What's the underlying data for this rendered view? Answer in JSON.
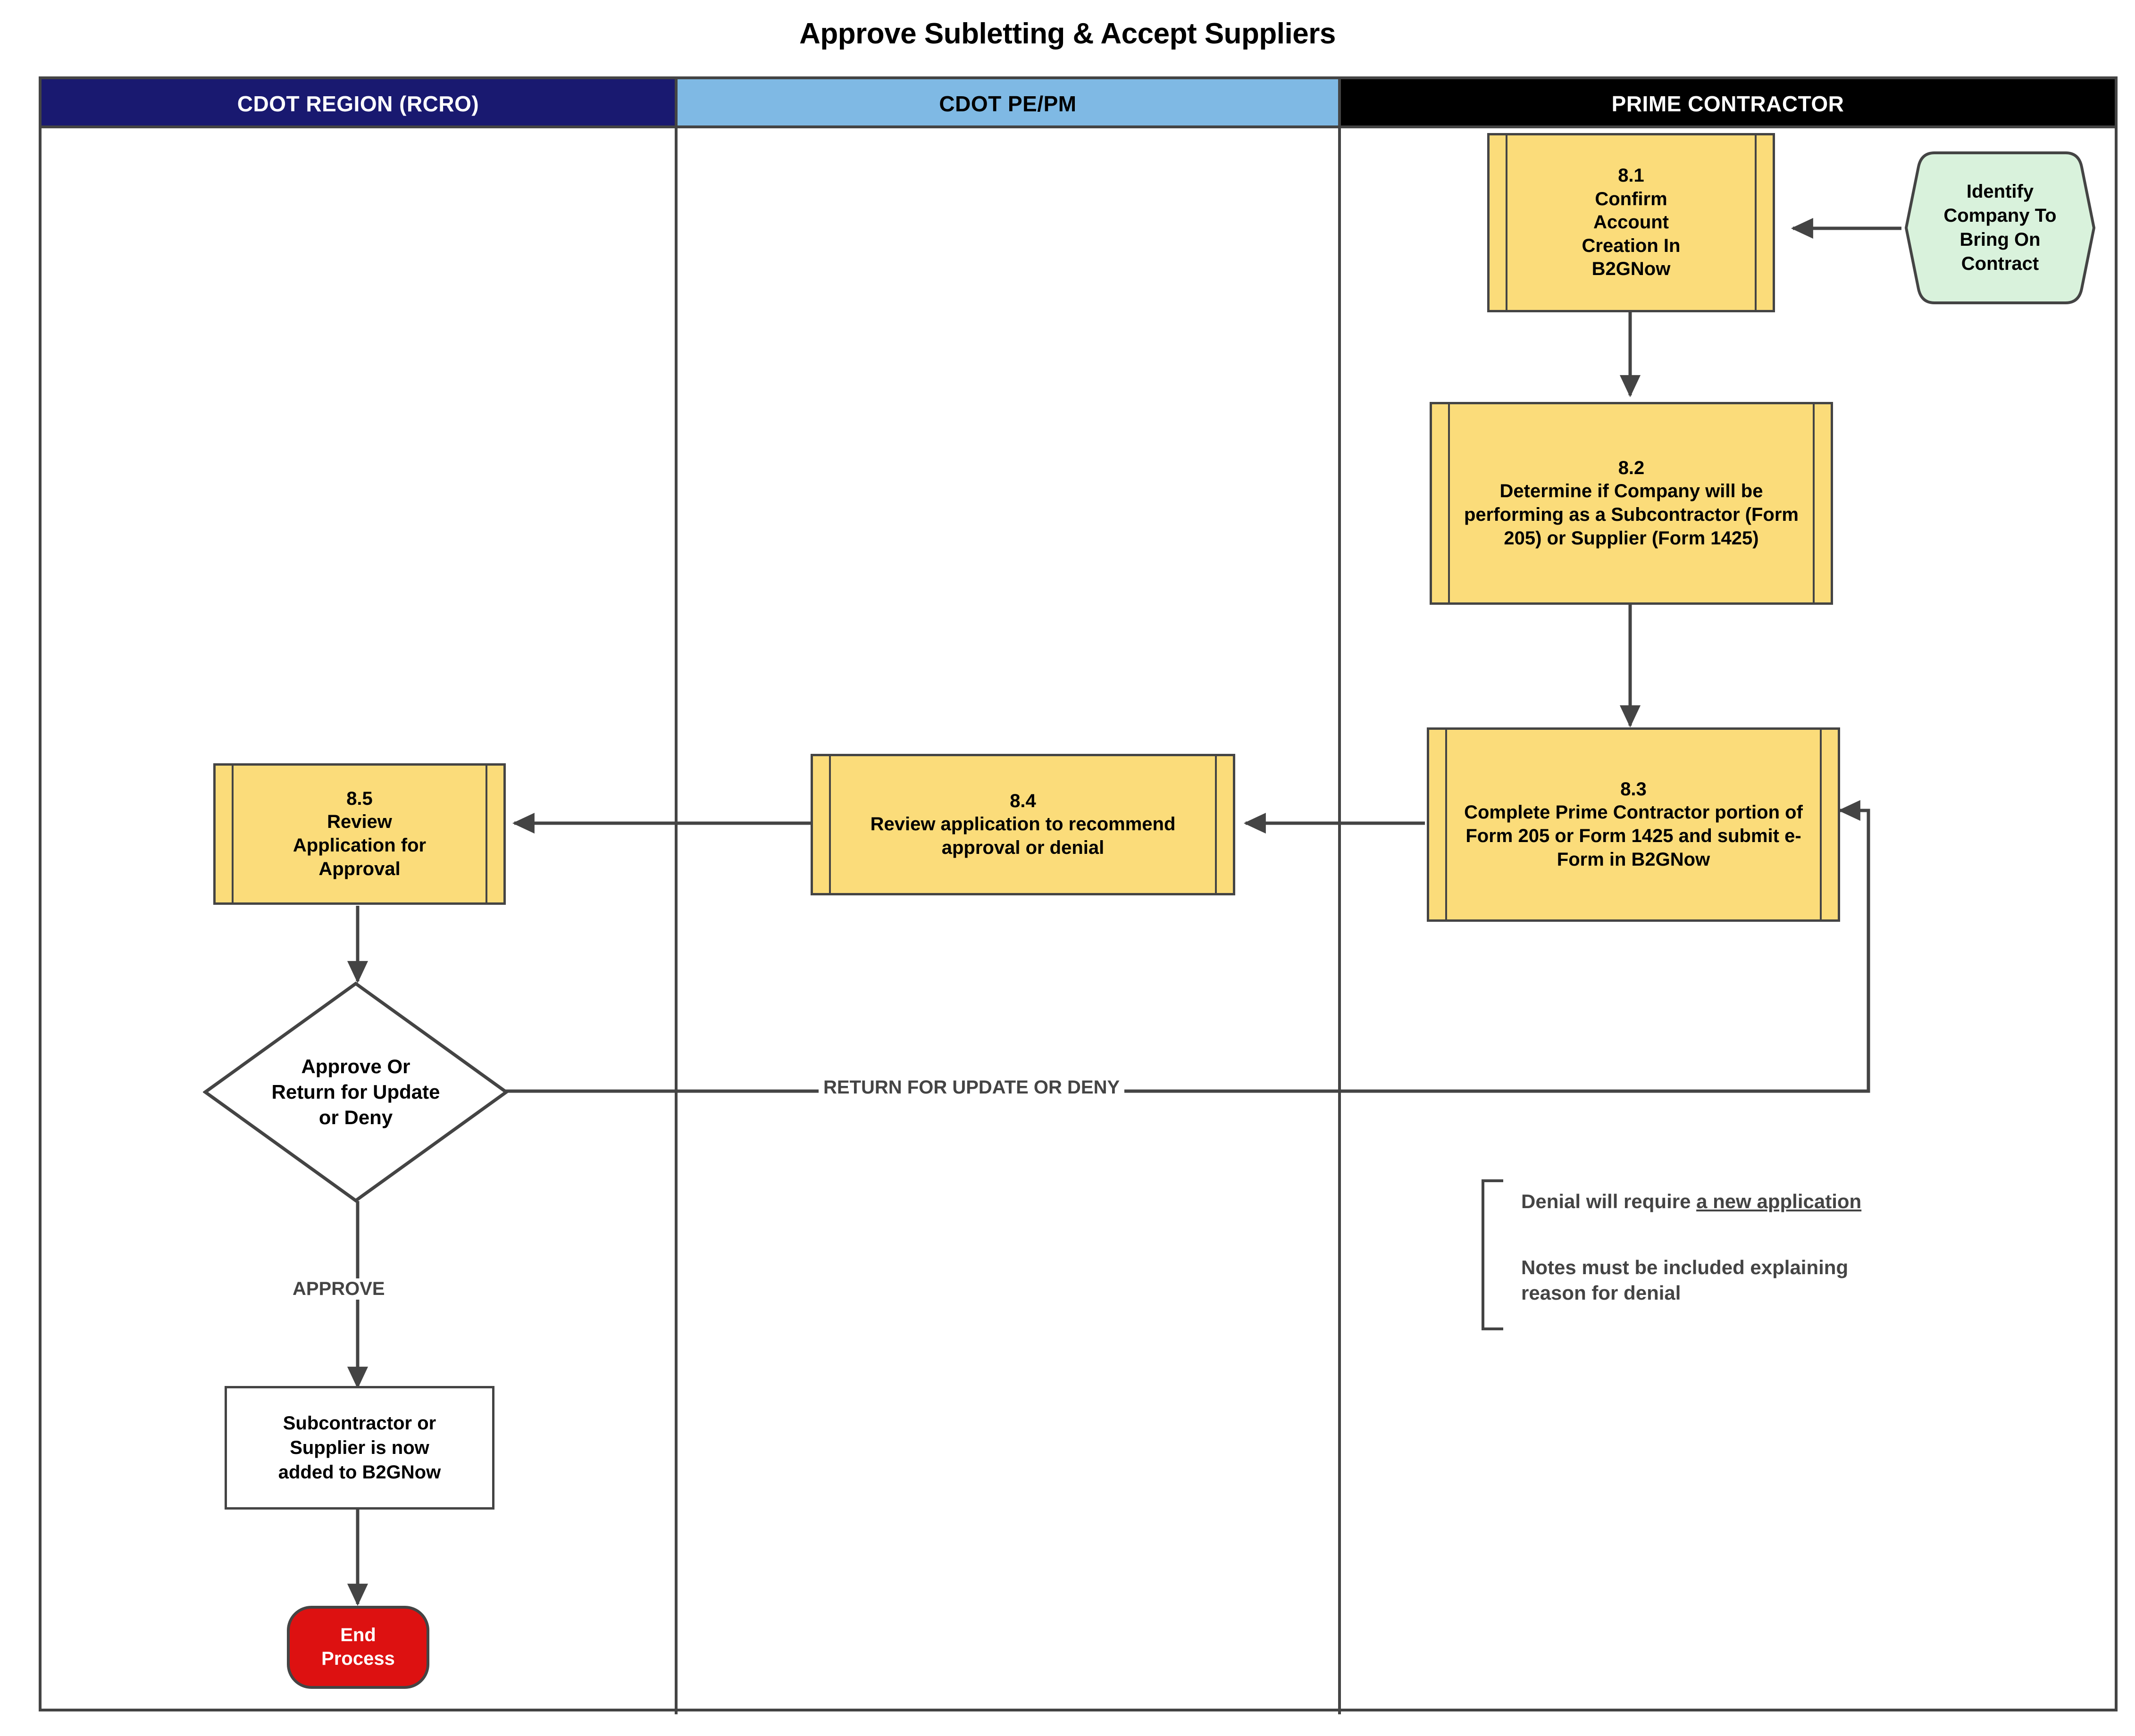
{
  "title": "Approve Subletting & Accept Suppliers",
  "colors": {
    "lane1_header_bg": "#191970",
    "lane2_header_bg": "#7FB9E4",
    "lane3_header_bg": "#000000",
    "process_fill": "#FBDC7A",
    "start_fill": "#D9F2DC",
    "end_fill": "#DD1111",
    "stroke": "#444444"
  },
  "lanes": [
    {
      "id": "lane-cdot-region",
      "label": "CDOT REGION (RCRO)"
    },
    {
      "id": "lane-cdot-pe-pm",
      "label": "CDOT PE/PM"
    },
    {
      "id": "lane-prime-contractor",
      "label": "PRIME CONTRACTOR"
    }
  ],
  "nodes": {
    "start": {
      "id": "identify-company",
      "type": "preparation",
      "text": "Identify\nCompany To\nBring On\nContract"
    },
    "step_8_1": {
      "id": "8.1",
      "type": "predefined-process",
      "text": "8.1\nConfirm\nAccount\nCreation In\nB2GNow"
    },
    "step_8_2": {
      "id": "8.2",
      "type": "predefined-process",
      "text": "8.2\nDetermine if Company will be performing as a Subcontractor (Form 205) or Supplier (Form 1425)"
    },
    "step_8_3": {
      "id": "8.3",
      "type": "predefined-process",
      "text": "8.3\nComplete Prime Contractor portion of Form 205 or Form 1425 and submit e-Form in B2GNow"
    },
    "step_8_4": {
      "id": "8.4",
      "type": "predefined-process",
      "text": "8.4\nReview application to recommend approval or denial"
    },
    "step_8_5": {
      "id": "8.5",
      "type": "predefined-process",
      "text": "8.5\nReview\nApplication for\nApproval"
    },
    "decision": {
      "id": "approve-or-return",
      "type": "decision",
      "text": "Approve Or\nReturn for Update\nor Deny"
    },
    "result": {
      "id": "subcontractor-added",
      "type": "process",
      "text": "Subcontractor or\nSupplier is now\nadded to B2GNow"
    },
    "end": {
      "id": "end-process",
      "type": "terminator",
      "text": "End\nProcess"
    }
  },
  "edge_labels": {
    "return_path": "RETURN FOR UPDATE OR DENY",
    "approve_path": "APPROVE"
  },
  "notes": {
    "line1_prefix": "Denial will require ",
    "line1_underlined": "a new application",
    "line2": "Notes must be included explaining\nreason for denial"
  }
}
